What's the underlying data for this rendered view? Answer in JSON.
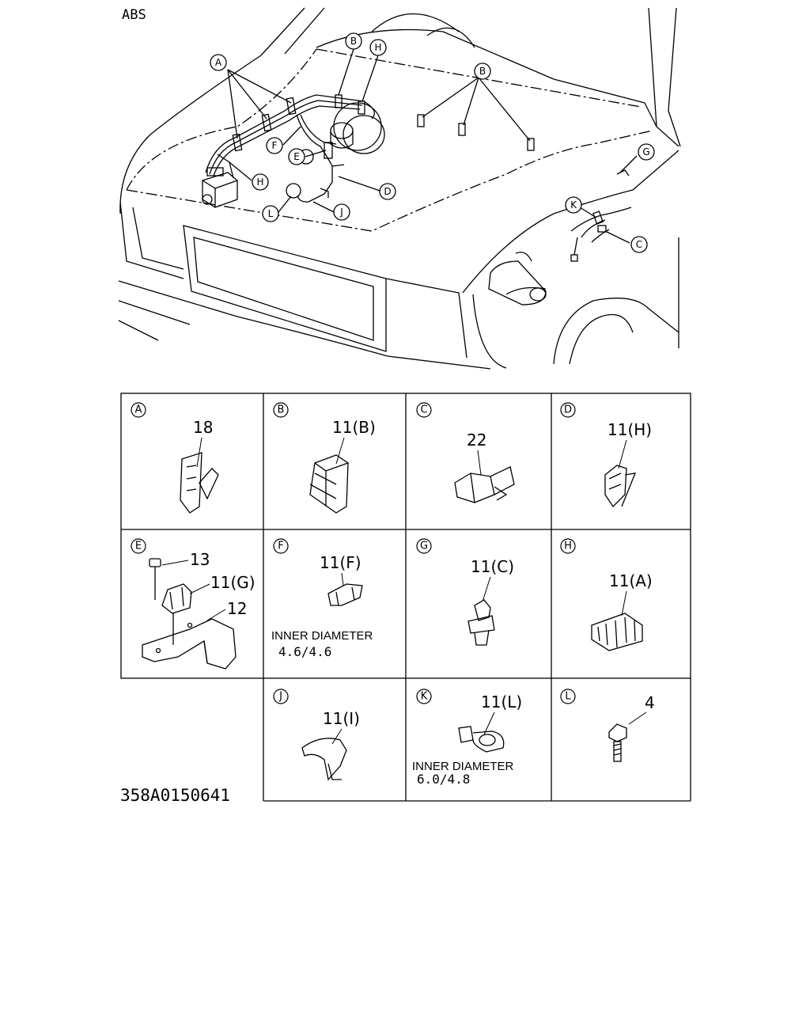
{
  "title": "ABS",
  "diagram_code": "358A0150641",
  "callouts": {
    "A": "A",
    "B": "B",
    "C": "C",
    "D": "D",
    "E": "E",
    "F": "F",
    "G": "G",
    "H": "H",
    "J": "J",
    "K": "K",
    "L": "L"
  },
  "cells": [
    {
      "letter": "A",
      "parts": [
        "18"
      ]
    },
    {
      "letter": "B",
      "parts": [
        "11(B)"
      ]
    },
    {
      "letter": "C",
      "parts": [
        "22"
      ]
    },
    {
      "letter": "D",
      "parts": [
        "11(H)"
      ]
    },
    {
      "letter": "E",
      "parts": [
        "13",
        "11(G)",
        "12"
      ]
    },
    {
      "letter": "F",
      "parts": [
        "11(F)"
      ],
      "note_label": "INNER DIAMETER",
      "note_value": "4.6/4.6"
    },
    {
      "letter": "G",
      "parts": [
        "11(C)"
      ]
    },
    {
      "letter": "H",
      "parts": [
        "11(A)"
      ]
    },
    {
      "letter": "J",
      "parts": [
        "11(I)"
      ]
    },
    {
      "letter": "K",
      "parts": [
        "11(L)"
      ],
      "note_label": "INNER DIAMETER",
      "note_value": "6.0/4.8"
    },
    {
      "letter": "L",
      "parts": [
        "4"
      ]
    }
  ]
}
